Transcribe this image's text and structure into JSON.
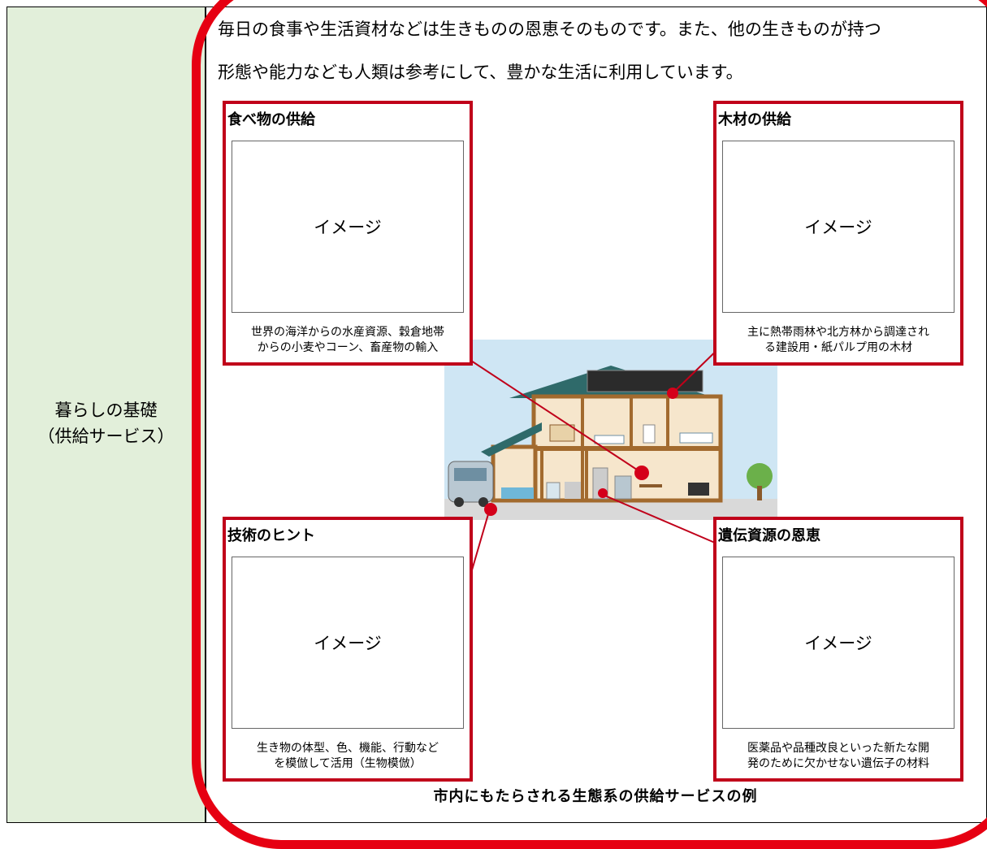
{
  "left": {
    "line1": "暮らしの基礎",
    "line2": "（供給サービス）"
  },
  "intro": {
    "line1": "毎日の食事や生活資材などは生きものの恩恵そのものです。また、他の生きものが持つ",
    "line2": "形態や能力なども人類は参考にして、豊かな生活に利用しています。"
  },
  "cards": [
    {
      "title": "食べ物の供給",
      "image": "イメージ",
      "desc1": "世界の海洋からの水産資源、穀倉地帯",
      "desc2": "からの小麦やコーン、畜産物の輸入"
    },
    {
      "title": "木材の供給",
      "image": "イメージ",
      "desc1": "主に熱帯雨林や北方林から調達され",
      "desc2": "る建設用・紙パルプ用の木材"
    },
    {
      "title": "技術のヒント",
      "image": "イメージ",
      "desc1": "生き物の体型、色、機能、行動など",
      "desc2": "を模倣して活用（生物模倣）"
    },
    {
      "title": "遺伝資源の恩恵",
      "image": "イメージ",
      "desc1": "医薬品や品種改良といった新たな開",
      "desc2": "発のために欠かせない遺伝子の材料"
    }
  ],
  "caption": "市内にもたらされる生態系の供給サービスの例",
  "colors": {
    "accent_red": "#e60012",
    "card_border": "#c0001a",
    "left_bg": "#e2efda"
  }
}
